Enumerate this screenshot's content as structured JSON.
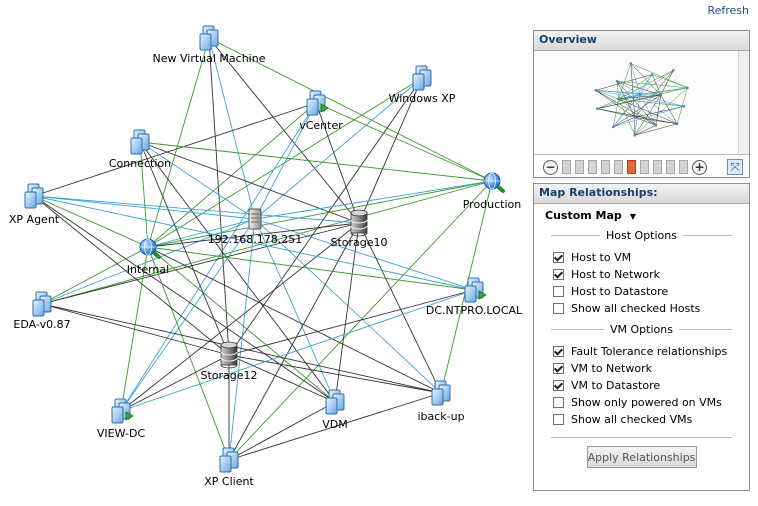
{
  "refresh_label": "Refresh",
  "colors": {
    "edge_gray": "#333333",
    "edge_blue": "#3fa3d6",
    "edge_green": "#3a9a2a",
    "accent_orange": "#e8673a",
    "header_text": "#15406a"
  },
  "graph": {
    "nodes": [
      {
        "id": "nvm",
        "label": "New Virtual Machine",
        "kind": "vm"
      },
      {
        "id": "wxp",
        "label": "Windows XP",
        "kind": "vm"
      },
      {
        "id": "vc",
        "label": "vCenter",
        "kind": "vm-on"
      },
      {
        "id": "conn",
        "label": "Connection",
        "kind": "vm"
      },
      {
        "id": "prod",
        "label": "Production",
        "kind": "network"
      },
      {
        "id": "xpa",
        "label": "XP Agent",
        "kind": "vm"
      },
      {
        "id": "host",
        "label": "192.168.178.251",
        "kind": "host"
      },
      {
        "id": "s10",
        "label": "Storage10",
        "kind": "datastore"
      },
      {
        "id": "int",
        "label": "Internal",
        "kind": "network"
      },
      {
        "id": "dc",
        "label": "DC.NTPRO.LOCAL",
        "kind": "vm-on"
      },
      {
        "id": "eda",
        "label": "EDA-v0.87",
        "kind": "vm"
      },
      {
        "id": "s12",
        "label": "Storage12",
        "kind": "datastore"
      },
      {
        "id": "ib",
        "label": "iback-up",
        "kind": "vm"
      },
      {
        "id": "vdm",
        "label": "VDM",
        "kind": "vm"
      },
      {
        "id": "vdc",
        "label": "VIEW-DC",
        "kind": "vm-on"
      },
      {
        "id": "xpc",
        "label": "XP Client",
        "kind": "vm"
      }
    ]
  },
  "overview": {
    "title": "Overview",
    "zoom_levels": 10,
    "zoom_active_index": 5,
    "zoom_out_icon": "zoom-out-icon",
    "zoom_in_icon": "zoom-in-icon",
    "fit_icon": "fit-to-window-icon"
  },
  "map_relationships": {
    "title": "Map Relationships:",
    "custom_map": "Custom Map",
    "host_options_title": "Host Options",
    "host_options": [
      {
        "label": "Host to VM",
        "checked": true
      },
      {
        "label": "Host to Network",
        "checked": true
      },
      {
        "label": "Host to Datastore",
        "checked": false
      },
      {
        "label": "Show all checked Hosts",
        "checked": false
      }
    ],
    "vm_options_title": "VM Options",
    "vm_options": [
      {
        "label": "Fault Tolerance relationships",
        "checked": true
      },
      {
        "label": "VM to Network",
        "checked": true
      },
      {
        "label": "VM to Datastore",
        "checked": true
      },
      {
        "label": "Show only powered on VMs",
        "checked": false
      },
      {
        "label": "Show all checked VMs",
        "checked": false
      }
    ],
    "apply_label": "Apply Relationships"
  }
}
